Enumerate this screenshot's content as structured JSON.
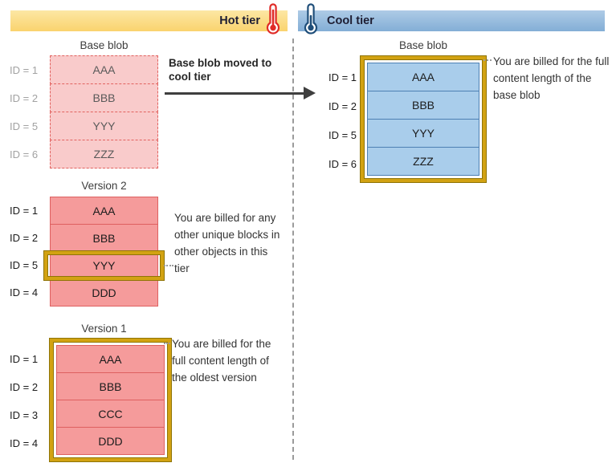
{
  "header": {
    "hot_label": "Hot tier",
    "cool_label": "Cool tier",
    "hot_icon": "thermometer-hot-icon",
    "cool_icon": "thermometer-cool-icon"
  },
  "hot": {
    "base_blob": {
      "title": "Base blob",
      "rows": [
        {
          "id": "ID = 1",
          "block": "AAA"
        },
        {
          "id": "ID = 2",
          "block": "BBB"
        },
        {
          "id": "ID = 5",
          "block": "YYY"
        },
        {
          "id": "ID = 6",
          "block": "ZZZ"
        }
      ]
    },
    "move_note": "Base blob moved to cool tier",
    "version2": {
      "title": "Version 2",
      "rows": [
        {
          "id": "ID = 1",
          "block": "AAA"
        },
        {
          "id": "ID = 2",
          "block": "BBB"
        },
        {
          "id": "ID = 5",
          "block": "YYY"
        },
        {
          "id": "ID = 4",
          "block": "DDD"
        }
      ],
      "highlighted_block": "YYY",
      "annotation": "You are billed for any other unique blocks in other objects in this tier"
    },
    "version1": {
      "title": "Version 1",
      "rows": [
        {
          "id": "ID = 1",
          "block": "AAA"
        },
        {
          "id": "ID = 2",
          "block": "BBB"
        },
        {
          "id": "ID = 3",
          "block": "CCC"
        },
        {
          "id": "ID = 4",
          "block": "DDD"
        }
      ],
      "highlighted": "entire table",
      "annotation": "You are billed for the full content length of the oldest version"
    }
  },
  "cool": {
    "base_blob": {
      "title": "Base blob",
      "rows": [
        {
          "id": "ID = 1",
          "block": "AAA"
        },
        {
          "id": "ID = 2",
          "block": "BBB"
        },
        {
          "id": "ID = 5",
          "block": "YYY"
        },
        {
          "id": "ID = 6",
          "block": "ZZZ"
        }
      ],
      "highlighted": "entire table",
      "annotation": "You are billed for the full content length of the base blob"
    }
  },
  "colors": {
    "hot_bar": "#FAD36E",
    "cool_bar": "#8FB8DC",
    "hot_accent": "#E02B27",
    "cool_accent": "#1F4E79",
    "pink_light": "#F9CBCB",
    "pink": "#F59B9B",
    "pink_border": "#DE6060",
    "blue_fill": "#A9CDEB",
    "blue_border": "#4D80B3",
    "gold": "#D2A212",
    "divider": "#9B9B9B"
  }
}
